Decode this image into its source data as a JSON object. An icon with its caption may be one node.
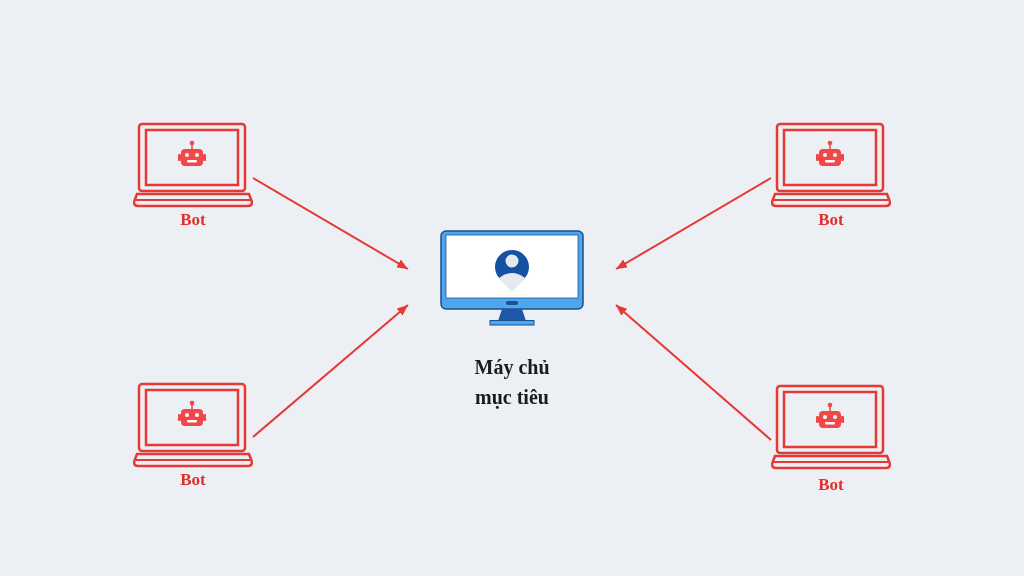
{
  "diagram": {
    "nodes": [
      {
        "text": [
          "Bot"
        ]
      },
      {
        "text": [
          "Bot"
        ]
      },
      {
        "text": [
          "Máy chủ mục tiêu"
        ]
      },
      {
        "text": [
          "Bot"
        ]
      },
      {
        "text": [
          "Bot"
        ]
      }
    ],
    "edges": [
      {
        "from": 0,
        "to": 2,
        "arrow": "to"
      },
      {
        "from": 1,
        "to": 2,
        "arrow": "to"
      },
      {
        "from": 3,
        "to": 2,
        "arrow": "to"
      },
      {
        "from": 4,
        "to": 2,
        "arrow": "to"
      }
    ]
  }
}
